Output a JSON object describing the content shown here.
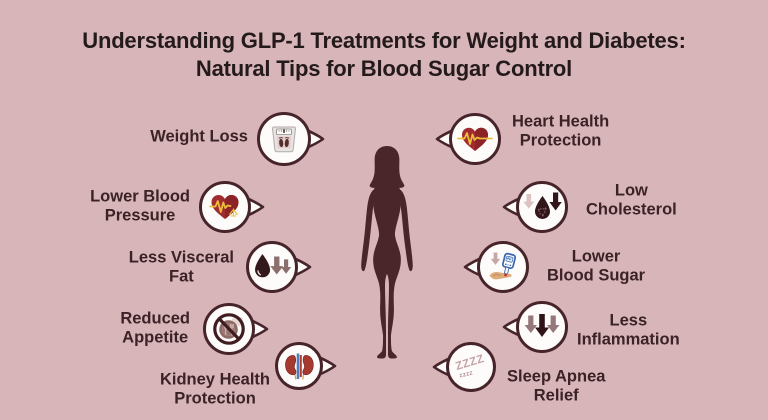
{
  "title": "Understanding GLP-1 Treatments for Weight and Diabetes:\nNatural Tips for Blood Sugar Control",
  "benefits": [
    {
      "label": "Weight Loss",
      "icon": "weight-scale-icon",
      "side": "left"
    },
    {
      "label": "Lower Blood\nPressure",
      "icon": "heart-ecg-balance-icon",
      "side": "left"
    },
    {
      "label": "Less Visceral\nFat",
      "icon": "fat-drop-down-arrows-icon",
      "side": "left"
    },
    {
      "label": "Reduced\nAppetite",
      "icon": "no-food-icon",
      "side": "left"
    },
    {
      "label": "Kidney Health\nProtection",
      "icon": "kidneys-icon",
      "side": "left"
    },
    {
      "label": "Heart Health\nProtection",
      "icon": "heart-ecg-icon",
      "side": "right"
    },
    {
      "label": "Low\nCholesterol",
      "icon": "cholesterol-drop-down-icon",
      "side": "right"
    },
    {
      "label": "Lower\nBlood Sugar",
      "icon": "glucose-meter-icon",
      "side": "right"
    },
    {
      "label": "Less\nInflammation",
      "icon": "triple-down-arrows-icon",
      "side": "right"
    },
    {
      "label": "Sleep Apnea\nRelief",
      "icon": "zzzz-sleep-icon",
      "side": "right"
    }
  ],
  "sleep_icon": {
    "large": "ZZZZ",
    "small": "zzzz"
  },
  "colors": {
    "background": "#d7b5b8",
    "outline": "#46242a",
    "title_text": "#241a1c",
    "label_text": "#3b2226",
    "silhouette": "#4a262b",
    "bubble_fill": "#fdfcfb",
    "heart_red": "#a02c30",
    "ecg_yellow": "#edbe3a",
    "dark_drop": "#31161a",
    "mauve_arrow": "#97787a"
  }
}
